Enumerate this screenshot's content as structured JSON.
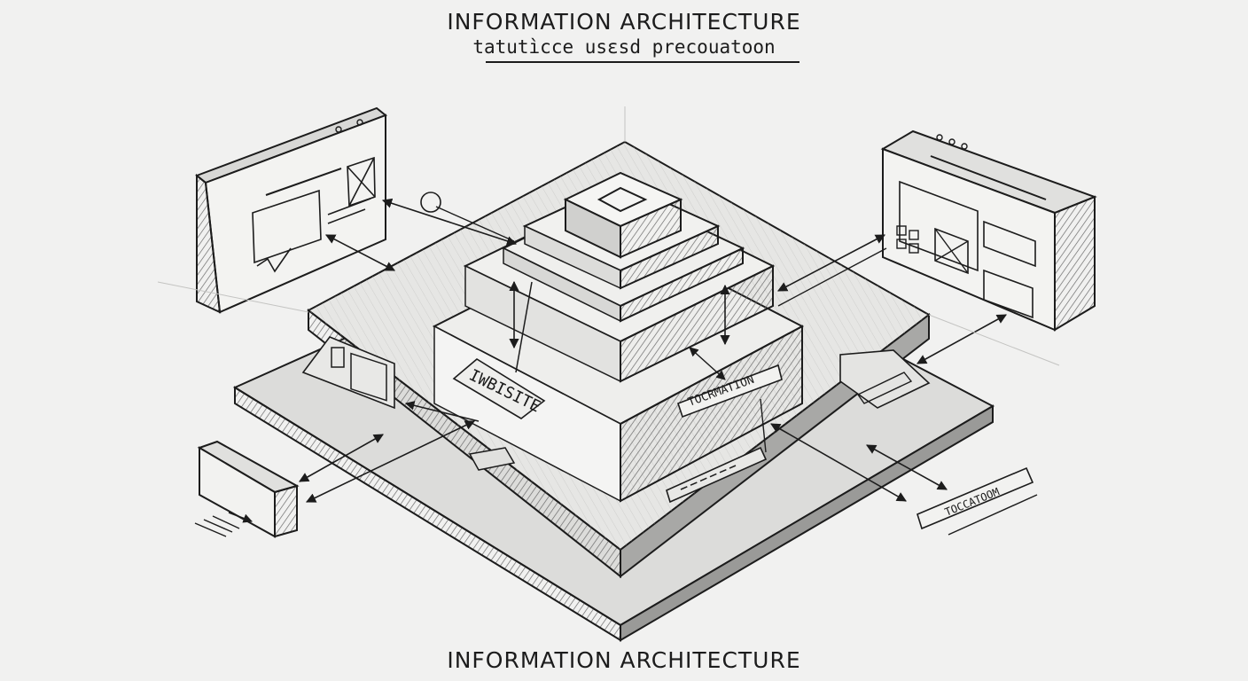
{
  "header": {
    "title": "INFORMATION ARCHITECTURE",
    "subtitle": "tatutìcce usɛsd precouatoon"
  },
  "labels": {
    "website": "IWBISITE",
    "information": "TOCRMATION",
    "navigation": "TOCCATOOM"
  },
  "footer": {
    "title": "INFORMATION ARCHITECTURE"
  },
  "colors": {
    "paper": "#f1f1f0",
    "ink": "#1c1c1c",
    "shade_dark": "#5a5a5a",
    "shade_mid": "#8a8a8a",
    "shade_light": "#d2d2d0"
  }
}
